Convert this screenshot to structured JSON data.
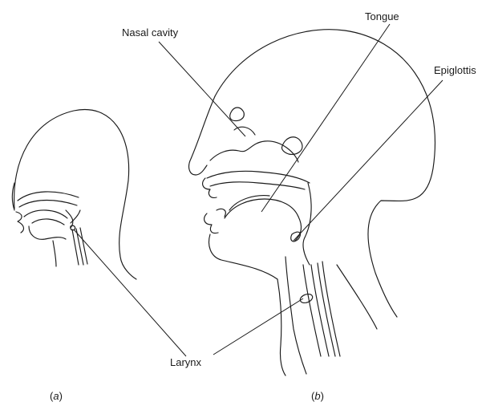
{
  "labels": {
    "nasal_cavity": "Nasal cavity",
    "tongue": "Tongue",
    "epiglottis": "Epiglottis",
    "larynx": "Larynx"
  },
  "captions": {
    "a_open": "(",
    "a_letter": "a",
    "a_close": ")",
    "b_open": "(",
    "b_letter": "b",
    "b_close": ")"
  }
}
